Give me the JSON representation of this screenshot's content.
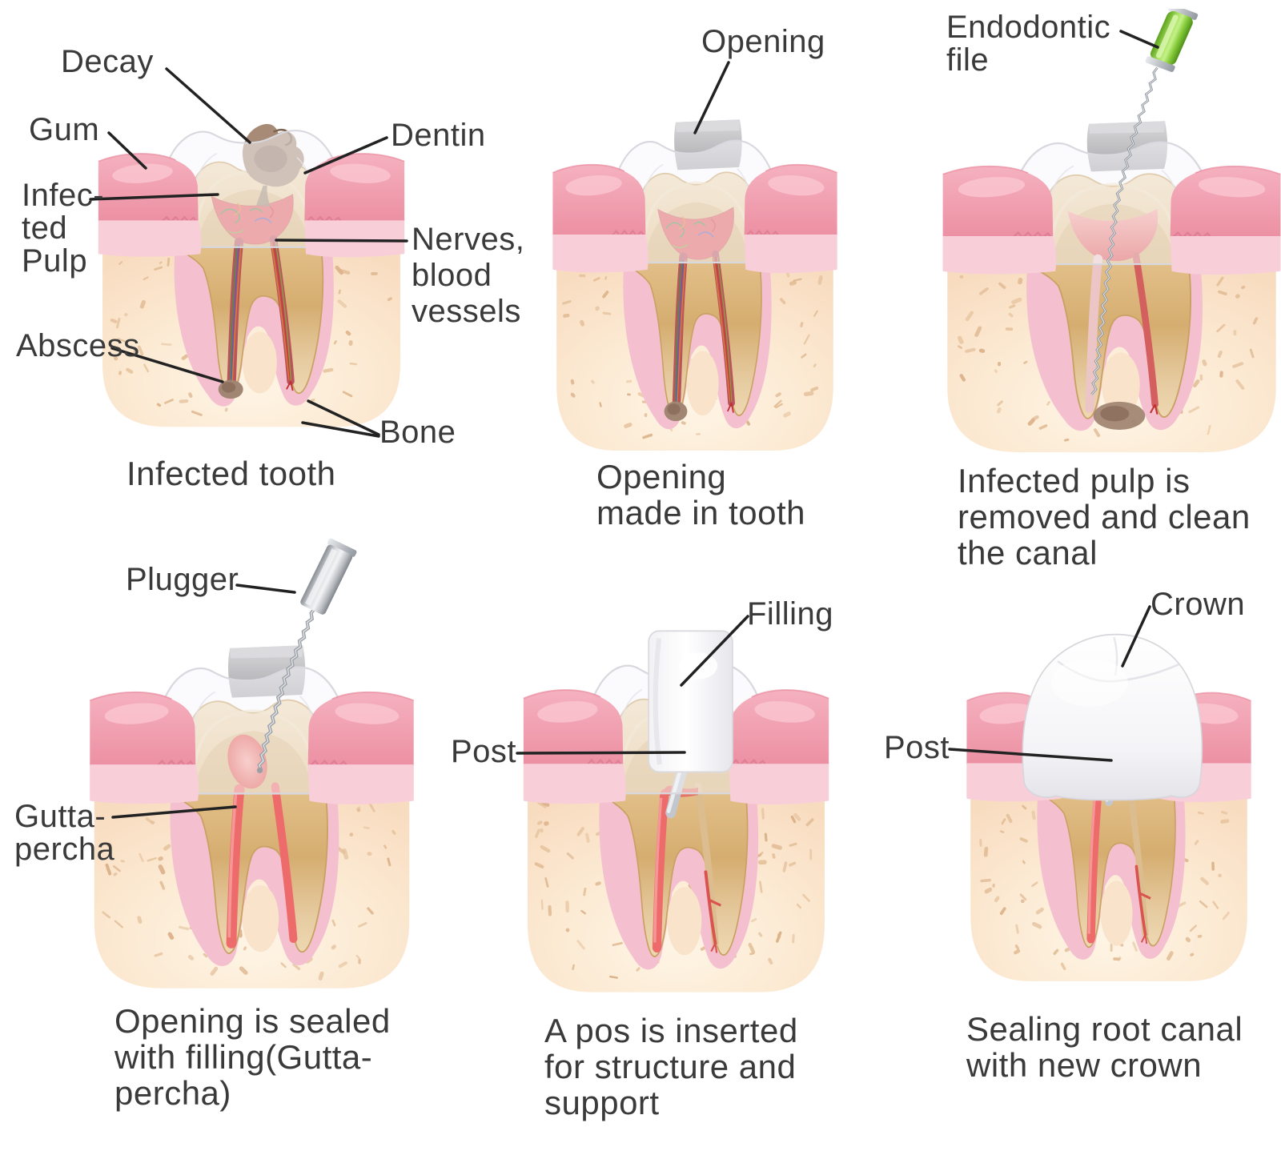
{
  "figure": {
    "colors": {
      "background": "#ffffff",
      "text": "#3a3a3a",
      "leader_line": "#222222",
      "gum_dark": "#f09dad",
      "gum_light": "#f8ced9",
      "bone": "#fbe2ca",
      "bone_speckle": "#e3bf99",
      "socket_pink": "#f4c0d0",
      "dentin": "#dcb87f",
      "dentin_edge": "#c9a163",
      "enamel_outline": "#d8d8df",
      "pulp_red": "#e05c5c",
      "gutta_percha": "#ee6b6b",
      "decay_brown": "#a18673",
      "opening_gray": "#b9b9bc",
      "filling_white": "#fbfbfd",
      "file_green": "#6fc32e",
      "metal": "#b9bdc4"
    },
    "panels": [
      {
        "id": "infected-tooth",
        "caption": "Infected tooth",
        "labels": [
          {
            "id": "decay",
            "text": "Decay"
          },
          {
            "id": "gum",
            "text": "Gum"
          },
          {
            "id": "infected-pulp",
            "text": "Infec-\nted\nPulp"
          },
          {
            "id": "abscess",
            "text": "Abscess"
          },
          {
            "id": "dentin",
            "text": "Dentin"
          },
          {
            "id": "nerves-blood-vessels",
            "text": "Nerves,\nblood\nvessels"
          },
          {
            "id": "bone",
            "text": "Bone"
          }
        ]
      },
      {
        "id": "opening-made-in-tooth",
        "caption": "Opening\nmade in tooth",
        "labels": [
          {
            "id": "opening",
            "text": "Opening"
          }
        ]
      },
      {
        "id": "pulp-removed-canal-cleaned",
        "caption": "Infected pulp is\nremoved and clean\nthe canal",
        "labels": [
          {
            "id": "endodontic-file",
            "text": "Endodontic\nfile"
          }
        ]
      },
      {
        "id": "opening-sealed",
        "caption": "Opening is sealed\nwith filling(Gutta-\npercha)",
        "labels": [
          {
            "id": "plugger",
            "text": "Plugger"
          },
          {
            "id": "gutta-percha",
            "text": "Gutta-\npercha"
          }
        ]
      },
      {
        "id": "post-inserted",
        "caption": "A pos is inserted\nfor structure and\nsupport",
        "labels": [
          {
            "id": "filling",
            "text": "Filling"
          },
          {
            "id": "post",
            "text": "Post"
          }
        ]
      },
      {
        "id": "sealing-with-crown",
        "caption": "Sealing root canal\nwith new crown",
        "labels": [
          {
            "id": "crown",
            "text": "Crown"
          },
          {
            "id": "post",
            "text": "Post"
          }
        ]
      }
    ]
  }
}
